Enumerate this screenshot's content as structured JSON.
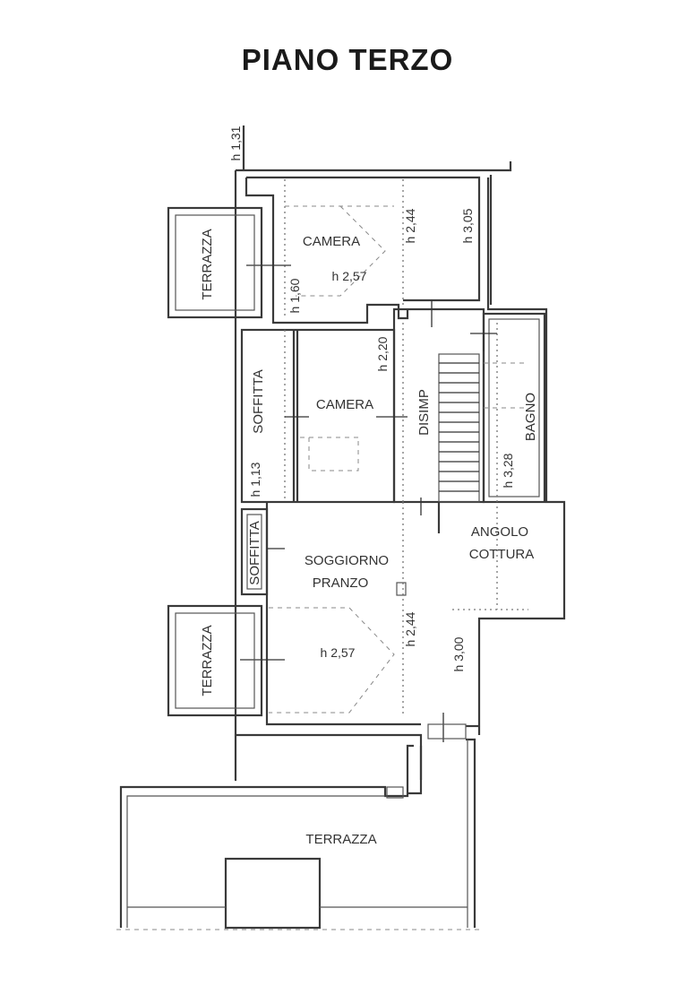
{
  "title": "PIANO TERZO",
  "rooms": {
    "camera_top": "CAMERA",
    "camera_mid": "CAMERA",
    "disimp": "DISIMP",
    "bagno": "BAGNO",
    "soffitta_upper": "SOFFITTA",
    "soffitta_lower": "SOFFITTA",
    "soggiorno_line1": "SOGGIORNO",
    "soggiorno_line2": "PRANZO",
    "angolo_line1": "ANGOLO",
    "angolo_line2": "COTTURA",
    "terrazza_top": "TERRAZZA",
    "terrazza_mid": "TERRAZZA",
    "terrazza_bottom": "TERRAZZA"
  },
  "heights": {
    "h131": "h 1,31",
    "h244_top": "h 2,44",
    "h305": "h 3,05",
    "h257_top": "h 2,57",
    "h160": "h 1,60",
    "h220": "h 2,20",
    "h113": "h 1,13",
    "h328": "h 3,28",
    "h244_bottom": "h 2,44",
    "h257_bottom": "h 2,57",
    "h300": "h 3,00"
  }
}
